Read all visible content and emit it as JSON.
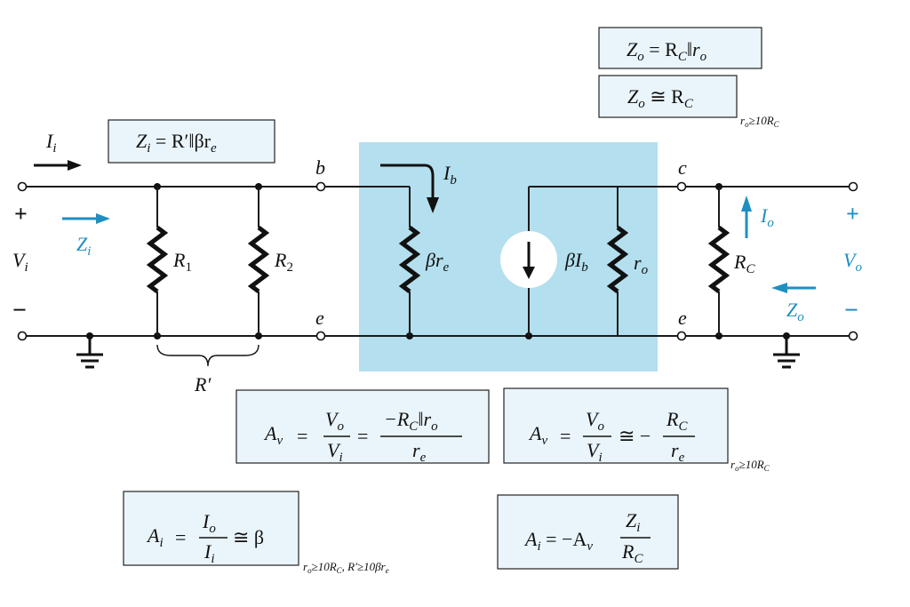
{
  "boxes": {
    "zo_parallel": {
      "lhs": "Z",
      "lhs_sub": "o",
      "eq": " = R",
      "rc_sub": "C",
      "par": "‖",
      "r": "r",
      "r_sub": "o"
    },
    "zo_approx": {
      "lhs": "Z",
      "lhs_sub": "o",
      "eq": " ≅ R",
      "rc_sub": "C"
    },
    "zo_condition": {
      "r": "r",
      "r_sub": "o",
      "rest": "≥10R",
      "rest_sub": "C"
    },
    "zi": {
      "lhs": "Z",
      "lhs_sub": "i",
      "eq": " = R′‖βr",
      "r_sub": "e"
    },
    "av_full": {
      "lhs": "A",
      "lhs_sub": "v",
      "num1": "V",
      "num1_sub": "o",
      "den1": "V",
      "den1_sub": "i",
      "num2": "−R",
      "num2_sub": "C",
      "num2_rest": "‖r",
      "num2_rest_sub": "o",
      "den2": "r",
      "den2_sub": "e"
    },
    "av_approx": {
      "lhs": "A",
      "lhs_sub": "v",
      "num1": "V",
      "num1_sub": "o",
      "den1": "V",
      "den1_sub": "i",
      "approx": "≅ −",
      "num2": "R",
      "num2_sub": "C",
      "den2": "r",
      "den2_sub": "e"
    },
    "av_condition": {
      "r": "r",
      "r_sub": "o",
      "rest": "≥10R",
      "rest_sub": "C"
    },
    "ai_beta": {
      "lhs": "A",
      "lhs_sub": "i",
      "num": "I",
      "num_sub": "o",
      "den": "I",
      "den_sub": "i",
      "rest": "≅ β"
    },
    "ai_beta_condition": {
      "r": "r",
      "r_sub": "o",
      "rest": "≥10R",
      "rest_sub": "C",
      "rest2": ", R′≥10βr",
      "rest2_sub": "e"
    },
    "ai_av": {
      "lhs": "A",
      "lhs_sub": "i",
      "eq": " = −A",
      "av_sub": "v",
      "num": "Z",
      "num_sub": "i",
      "den": "R",
      "den_sub": "C"
    }
  },
  "labels": {
    "ii": {
      "main": "I",
      "sub": "i"
    },
    "plus_in": "+",
    "minus_in": "−",
    "vi": {
      "main": "V",
      "sub": "i"
    },
    "zi_arrow": {
      "main": "Z",
      "sub": "i"
    },
    "r1": {
      "main": "R",
      "sub": "1"
    },
    "r2": {
      "main": "R",
      "sub": "2"
    },
    "rprime": "R′",
    "b": "b",
    "e_left": "e",
    "ib": {
      "main": "I",
      "sub": "b"
    },
    "beta_re": {
      "main": "βr",
      "sub": "e"
    },
    "beta_ib": {
      "main": "βI",
      "sub": "b"
    },
    "ro": {
      "main": "r",
      "sub": "o"
    },
    "c": "c",
    "e_right": "e",
    "io": {
      "main": "I",
      "sub": "o"
    },
    "rc": {
      "main": "R",
      "sub": "C"
    },
    "plus_out": "+",
    "minus_out": "−",
    "vo": {
      "main": "V",
      "sub": "o"
    },
    "zo_arrow": {
      "main": "Z",
      "sub": "o"
    }
  },
  "colors": {
    "accent": "#1e8fc0",
    "transistor_fill": "#b3dfee",
    "box_fill": "#eaf5fb"
  }
}
